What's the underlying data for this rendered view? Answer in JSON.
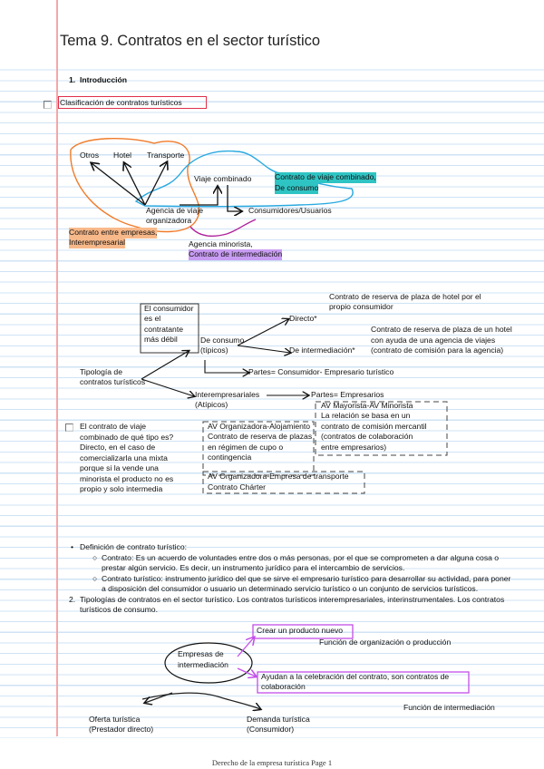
{
  "title": "Tema 9. Contratos en el sector turístico",
  "section1": {
    "number": "1.",
    "label": "Introducción"
  },
  "classification_box": "Clasificación de contratos turísticos",
  "diagram1": {
    "otros": "Otros",
    "hotel": "Hotel",
    "transporte": "Transporte",
    "viaje_combinado": "Viaje combinado",
    "agencia": [
      "Agencia de viaje",
      "organizadora"
    ],
    "consumidores": "Consumidores/Usuarios",
    "contrato_combinado": [
      "Contrato de viaje combinado,",
      "De consumo"
    ],
    "contrato_empresas": [
      "Contrato entre empresas,",
      "Interempresarial"
    ],
    "minorista": [
      "Agencia minorista,",
      "Contrato de intermediación"
    ],
    "colors": {
      "orange": "#f07b2a",
      "blue": "#29a9e0",
      "magenta": "#b0249c"
    }
  },
  "diagram2": {
    "consumidor_box": [
      "El consumidor",
      "es el",
      "contratante",
      "más débil"
    ],
    "de_consumo": [
      "De consumo",
      "(típicos)"
    ],
    "directo": "Directo*",
    "directo_note": [
      "Contrato de reserva de plaza de hotel por el",
      "propio consumidor"
    ],
    "intermediacion": "De intermediación*",
    "intermediacion_note": [
      "Contrato de reserva de plaza de un hotel",
      "con ayuda de una agencia de viajes",
      "(contrato de comisión para la agencia)"
    ],
    "partes_consumo": "Partes= Consumidor- Empresario turístico",
    "tipologia": [
      "Tipología de",
      "contratos turísticos"
    ],
    "interempresariales": [
      "Interempresariales",
      "(Atípicos)"
    ],
    "partes_empresarios": "Partes= Empresarios",
    "av_mayorista": [
      "AV Mayorista-AV Minorista",
      "La relación se basa en un",
      "contrato de comisión mercantil",
      "(contratos de colaboración",
      "entre empresarios)"
    ],
    "av_alojamiento": [
      "AV Organizadora-Alojamiento",
      "Contrato de reserva de plazas",
      "en régimen de cupo o",
      "contingencia"
    ],
    "av_transporte": [
      "AV Organizadora-Empresa de transporte",
      "Contrato Chárter"
    ],
    "question": [
      "El contrato de viaje",
      "combinado de qué tipo es?",
      "Directo, en el caso de",
      "comercializarla una mixta",
      "porque si la vende una",
      "minorista el producto no es",
      "propio y solo intermedia"
    ]
  },
  "definition": {
    "heading": "Definición de contrato turístico:",
    "items": [
      [
        "Contrato: Es un acuerdo de voluntades entre dos o más personas, por el que se comprometen a dar alguna cosa o",
        "prestar algún servicio. Es decir, un instrumento jurídico para el intercambio de servicios."
      ],
      [
        "Contrato turístico: instrumento jurídico del que se sirve el empresario turístico para desarrollar su actividad, para poner",
        "a disposición del consumidor o usuario un determinado servicio turístico o un conjunto de servicios turísticos."
      ]
    ]
  },
  "section2": {
    "number": "2.",
    "lines": [
      "Tipologías de contratos en el sector turístico. Los contratos turísticos interempresariales, interinstrumentales. Los contratos",
      "turísticos de consumo."
    ]
  },
  "diagram3": {
    "empresas": [
      "Empresas de",
      "intermediación"
    ],
    "crear": "Crear un producto nuevo",
    "funcion_org": "Función de organización o producción",
    "ayudan": [
      "Ayudan a la celebración del contrato, son contratos de",
      "colaboración"
    ],
    "funcion_inter": "Función de intermediación",
    "oferta": [
      "Oferta turística",
      "(Prestador directo)"
    ],
    "demanda": [
      "Demanda turística",
      "(Consumidor)"
    ],
    "color": "#c34ee8"
  },
  "footer": "Derecho de la empresa turística Page 1"
}
